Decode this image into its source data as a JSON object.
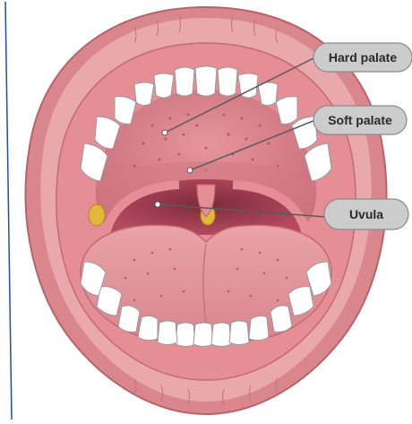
{
  "labels": {
    "hard_palate": "Hard palate",
    "soft_palate": "Soft palate",
    "uvula": "Uvula"
  },
  "colors": {
    "lip_outer": "#d9878c",
    "lip_inner": "#e9a8ab",
    "gum": "#e58e95",
    "palate": "#d67d86",
    "throat": "#b54a5f",
    "tongue": "#e8a0a4",
    "tooth": "#ffffff",
    "tonsil": "#e2b83a",
    "callout_fill": "#cccccc",
    "callout_line": "#5a5a5a",
    "frame_line": "#1f4fa8"
  }
}
